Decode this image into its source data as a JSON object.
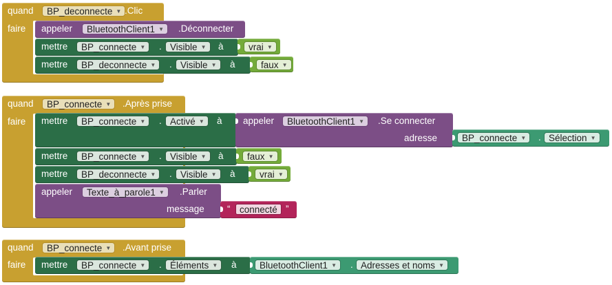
{
  "colors": {
    "event": "#c8a030",
    "call": "#7c4e86",
    "set": "#2b6e47",
    "logic": "#74ab3a",
    "component": "#3c9a72",
    "text": "#b3245a"
  },
  "kw": {
    "quand": "quand",
    "faire": "faire",
    "appeler": "appeler",
    "mettre": "mettre",
    "dot": ".",
    "a": "à",
    "adresse": "adresse",
    "message": "message",
    "quote_open": "“",
    "quote_close": "”"
  },
  "block1": {
    "component": "BP_deconnecte",
    "event": ".Clic",
    "call": {
      "component": "BluetoothClient1",
      "method": ".Déconnecter"
    },
    "set1": {
      "component": "BP_connecte",
      "property": "Visible",
      "value": "vrai"
    },
    "set2": {
      "component": "BP_deconnecte",
      "property": "Visible",
      "value": "faux"
    }
  },
  "block2": {
    "component": "BP_connecte",
    "event": ".Après prise",
    "set1": {
      "component": "BP_connecte",
      "property": "Activé",
      "call_component": "BluetoothClient1",
      "call_method": ".Se connecter",
      "arg_component": "BP_connecte",
      "arg_property": "Sélection"
    },
    "set2": {
      "component": "BP_connecte",
      "property": "Visible",
      "value": "faux"
    },
    "set3": {
      "component": "BP_deconnecte",
      "property": "Visible",
      "value": "vrai"
    },
    "call": {
      "component": "Texte_à_parole1",
      "method": ".Parler",
      "text": "connecté"
    }
  },
  "block3": {
    "component": "BP_connecte",
    "event": ".Avant prise",
    "set": {
      "component": "BP_connecte",
      "property": "Éléments",
      "value_component": "BluetoothClient1",
      "value_property": "Adresses et noms"
    }
  }
}
